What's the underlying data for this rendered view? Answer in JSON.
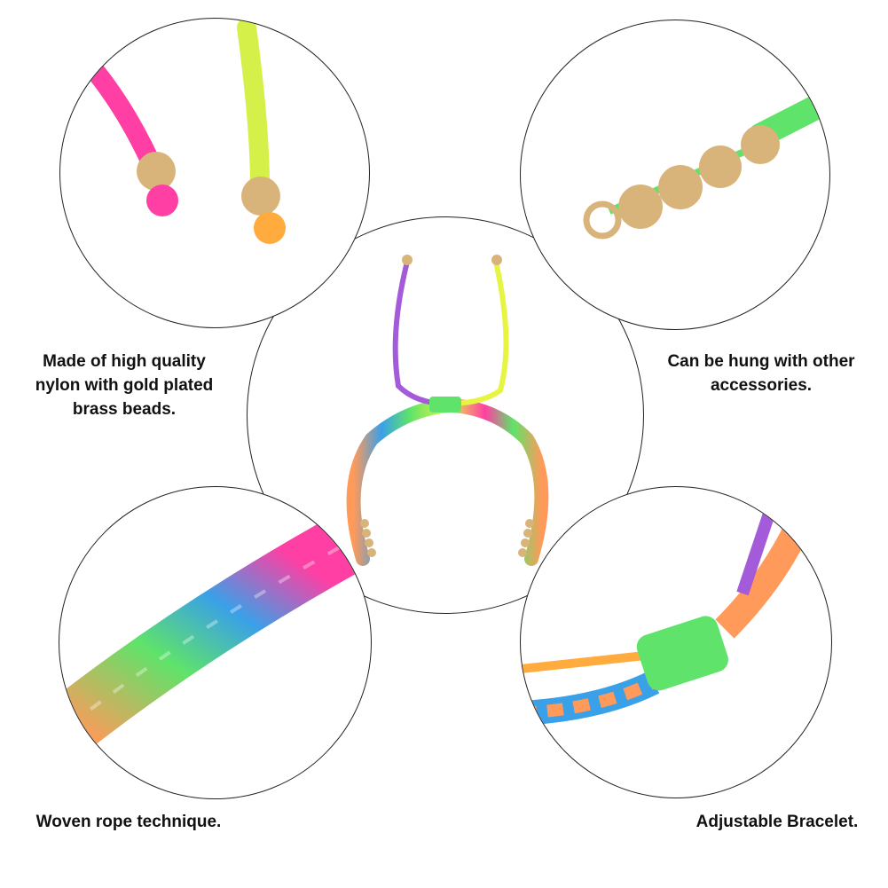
{
  "features": [
    {
      "caption": "Made of high quality\nnylon with gold plated\nbrass beads.",
      "image": "cord-ends-with-beads"
    },
    {
      "caption": "Can be hung with other\naccessories.",
      "image": "beads-with-jump-ring"
    },
    {
      "caption": "Woven rope technique.",
      "image": "woven-rope-closeup"
    },
    {
      "caption": "Adjustable Bracelet.",
      "image": "sliding-knot-closeup"
    }
  ],
  "center_image": "rainbow-bracelet",
  "colors": {
    "gold": "#d9b47a",
    "pink": "#ff3fa4",
    "yellow": "#e6f542",
    "green": "#5fe36a",
    "blue": "#3aa0e8",
    "orange": "#ff9a5a",
    "purple": "#a35bd9"
  }
}
